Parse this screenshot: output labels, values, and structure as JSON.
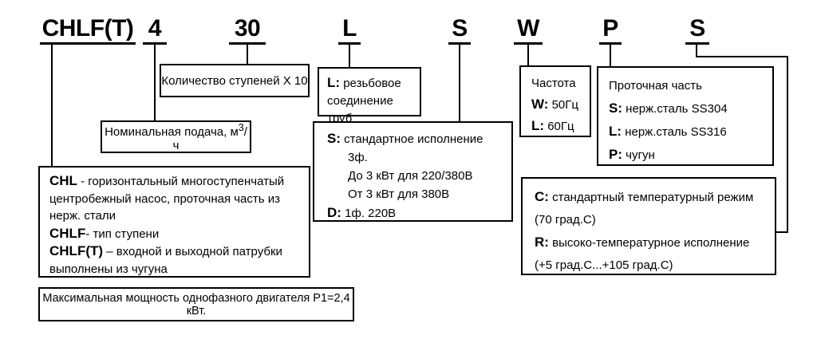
{
  "model_code": {
    "pump_type": "CHLF(T)",
    "flow": "4",
    "stages": "30",
    "connection": "L",
    "execution": "S",
    "frequency": "W",
    "material": "P",
    "temperature": "S"
  },
  "boxes": {
    "stages": {
      "text": "Количество ступеней X 10"
    },
    "flow": {
      "pre": "Номинальная подача, м",
      "sup": "3",
      "post": "/ч"
    },
    "connection": {
      "key": "L:",
      "desc": "резьбовое соединение труб"
    },
    "frequency": {
      "title": "Частота",
      "items": [
        {
          "key": "W:",
          "value": "50Гц"
        },
        {
          "key": "L:",
          "value": "60Гц"
        }
      ]
    },
    "material": {
      "title": "Проточная часть",
      "items": [
        {
          "key": "S:",
          "value": "нерж.сталь SS304"
        },
        {
          "key": "L:",
          "value": "нерж.сталь SS316"
        },
        {
          "key": "P:",
          "value": "чугун"
        }
      ]
    },
    "execution": {
      "items": [
        {
          "key": "S:",
          "value": "стандартное исполнение"
        },
        {
          "key": "",
          "value": "3ф."
        },
        {
          "key": "",
          "value": "До 3 кВт для 220/380В"
        },
        {
          "key": "",
          "value": "От 3 кВт для 380В"
        },
        {
          "key": "D:",
          "value": "1ф. 220В"
        }
      ]
    },
    "pump_type": {
      "lines": [
        {
          "key": "CHL",
          "value": " - горизонтальный многоступенчатый центробежный насос, проточная часть из нерж. стали"
        },
        {
          "key": "CHLF",
          "value": "- тип ступени"
        },
        {
          "key": "CHLF(T)",
          "value": " – входной и выходной патрубки выполнены из чугуна"
        }
      ]
    },
    "temperature": {
      "lines": [
        {
          "key": "C:",
          "value": "стандартный температурный режим"
        },
        {
          "key": "",
          "value": "(70 град.С)"
        },
        {
          "key": "R:",
          "value": "высоко-температурное исполнение"
        },
        {
          "key": "",
          "value": "(+5 град.С...+105 град.С)"
        }
      ]
    },
    "max_power": {
      "text": "Максимальная мощность однофазного двигателя P1=2,4 кВт."
    }
  }
}
